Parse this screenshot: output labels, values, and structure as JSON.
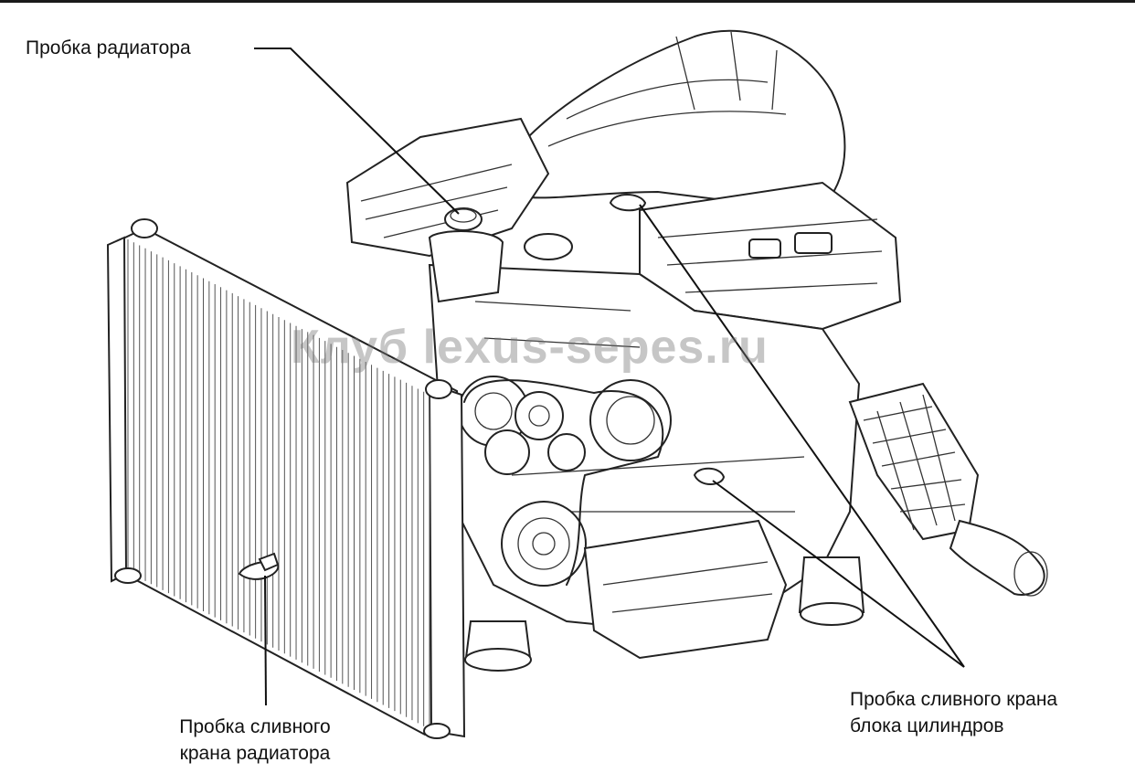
{
  "labels": {
    "radiator_cap": "Пробка радиатора",
    "radiator_drain_line1": "Пробка сливного",
    "radiator_drain_line2": "крана радиатора",
    "block_drain_line1": "Пробка сливного крана",
    "block_drain_line2": "блока цилиндров"
  },
  "watermark": "Клуб lexus-sepes.ru"
}
